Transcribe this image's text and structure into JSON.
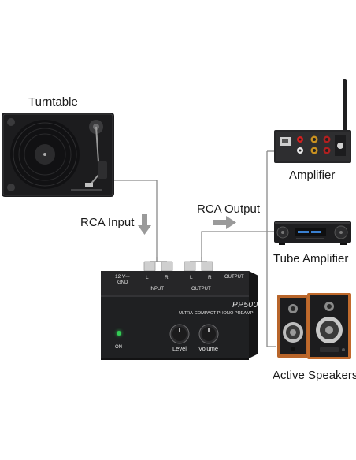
{
  "labels": {
    "turntable": "Turntable",
    "rca_input": "RCA Input",
    "rca_output": "RCA Output",
    "amplifier": "Amplifier",
    "tube_amplifier": "Tube Amplifier",
    "active_speakers": "Active Speakers"
  },
  "preamp": {
    "model": "PP500",
    "subtitle": "ULTRA-COMPACT PHONO PREAMP",
    "power_label": "12 V⎓",
    "gnd_label": "GND",
    "input_label": "INPUT",
    "output_label": "OUTPUT",
    "output_top_label": "OUTPUT",
    "channel_l": "L",
    "channel_r": "R",
    "on_label": "ON",
    "level_label": "Level",
    "volume_label": "Volume"
  },
  "colors": {
    "device_body": "#202124",
    "cable": "#8a8a8a",
    "arrow": "#9a9a9a",
    "wood": "#b8652a",
    "power_led": "#33cc55"
  }
}
